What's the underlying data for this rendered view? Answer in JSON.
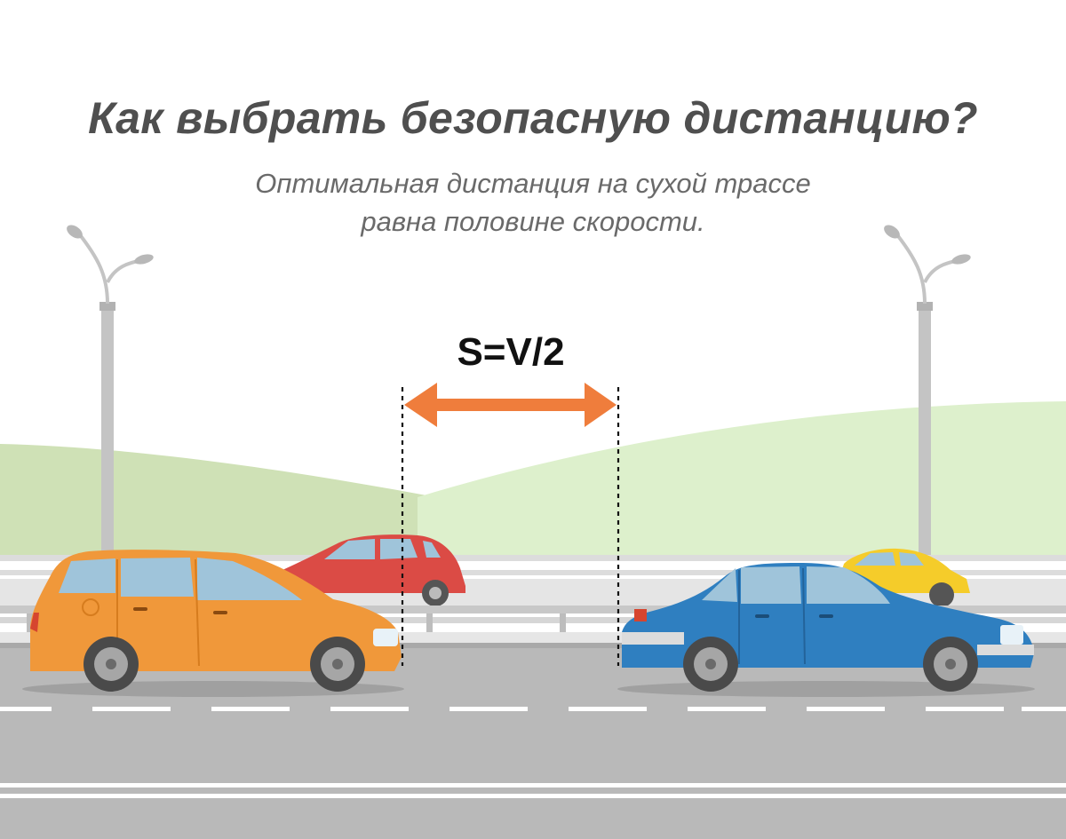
{
  "header": {
    "title": "Как выбрать безопасную дистанцию?",
    "subtitle_line1": "Оптимальная дистанция на сухой трассе",
    "subtitle_line2": "равна половине скорости."
  },
  "diagram": {
    "formula": "S=V/2",
    "colors": {
      "arrow": "#ef7d3c",
      "hill_left": "#cfe1b6",
      "hill_right": "#ddf0cc",
      "road": "#b9b9b9",
      "barrier": "#cfcfcf",
      "orange_car": "#f0983a",
      "blue_car": "#2f7fc0",
      "red_car": "#db4b45",
      "yellow_car": "#f5cc2a"
    }
  }
}
